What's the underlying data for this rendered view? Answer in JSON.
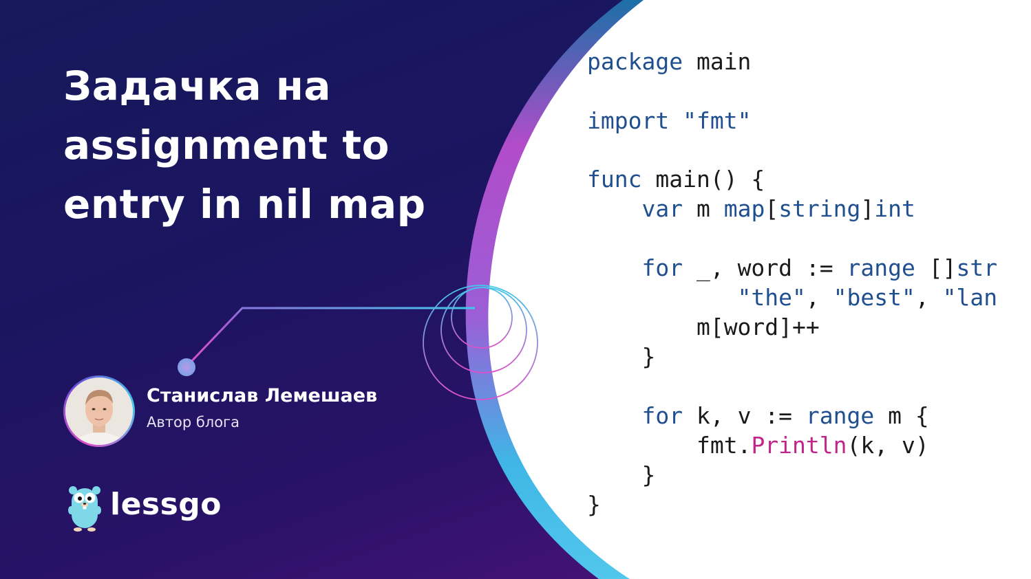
{
  "title": {
    "lines": [
      "Задачка на",
      "assignment to",
      "entry in nil map"
    ]
  },
  "author": {
    "name": "Станислав Лемешаев",
    "role": "Автор блога",
    "avatar_icon": "person-photo-icon"
  },
  "brand": {
    "name": "lessgo",
    "logo_icon": "gopher-icon"
  },
  "code": {
    "language": "Go",
    "l1": {
      "kw": "package",
      "rest": " main"
    },
    "l2": {
      "kw": "import",
      "sp": " ",
      "str": "\"fmt\""
    },
    "l3": {
      "kw": "func",
      "rest": " main() {"
    },
    "l4": {
      "indent": "    ",
      "kw1": "var",
      "mid": " m ",
      "kw2": "map",
      "b1": "[",
      "kw3": "string",
      "b2": "]",
      "kw4": "int"
    },
    "l5": {
      "indent": "    ",
      "kw1": "for",
      "mid": " _, word := ",
      "kw2": "range",
      "sp": " []",
      "kw3": "str"
    },
    "l6": {
      "indent": "           ",
      "s1": "\"the\"",
      "c1": ", ",
      "s2": "\"best\"",
      "c2": ", ",
      "s3": "\"lan"
    },
    "l7": {
      "indent": "        ",
      "rest": "m[word]++"
    },
    "l8": {
      "indent": "    ",
      "rest": "}"
    },
    "l9": {
      "indent": "    ",
      "kw1": "for",
      "mid": " k, v := ",
      "kw2": "range",
      "rest": " m {"
    },
    "l10": {
      "indent": "        ",
      "pkg": "fmt.",
      "fn": "Println",
      "rest": "(k, v)"
    },
    "l11": {
      "indent": "    ",
      "rest": "}"
    },
    "l12": {
      "rest": "}"
    }
  },
  "colors": {
    "keyword": "#1f4f8e",
    "function": "#c2258a",
    "text": "#1a1a1a",
    "accent_pink": "#e04fc9",
    "accent_cyan": "#40c8ea"
  }
}
